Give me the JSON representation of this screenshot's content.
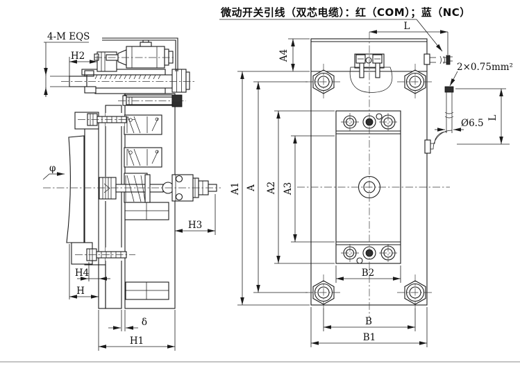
{
  "note": {
    "switch_lead_text": "微动开关引线（双芯电缆）：红（COM）；蓝（NC）"
  },
  "left_view": {
    "dim_labels": {
      "mounting": "4-M EQS",
      "h2": "H2",
      "phi": "φ",
      "h3": "H3",
      "h4": "H4",
      "h": "H",
      "delta": "δ",
      "h1": "H1"
    }
  },
  "right_view": {
    "dim_labels": {
      "a4": "A4",
      "a1": "A1",
      "a": "A",
      "a2": "A2",
      "a3": "A3",
      "l_top": "L",
      "l_side": "L",
      "b2": "B2",
      "b": "B",
      "b1": "B1",
      "cable_spec": "2×0.75mm²",
      "cable_dia": "Ø6.5"
    }
  }
}
